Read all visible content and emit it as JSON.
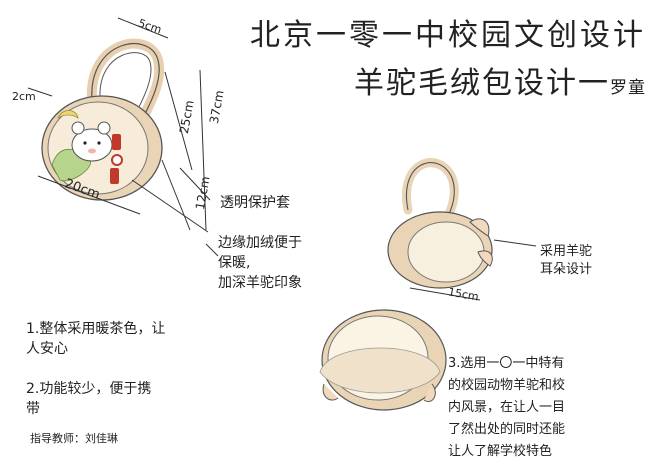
{
  "header": {
    "title": "北京一零一中校园文创设计",
    "subtitle": "羊驼毛绒包设计一",
    "author": "罗童"
  },
  "dimensions": {
    "handle_width": "5cm",
    "side_width": "2cm",
    "bag_width": "20cm",
    "handle_height": "25cm",
    "total_height": "37cm",
    "body_height": "12cm",
    "ear_width": "15cm"
  },
  "annotations": {
    "transparent_cover": "透明保护套",
    "edge_line1": "边缘加绒便于",
    "edge_line2": "保暖,",
    "edge_line3": "加深羊驼印象",
    "ear_line1": "采用羊驼",
    "ear_line2": "耳朵设计"
  },
  "notes": {
    "note1_line1": "1.整体采用暖茶色，让",
    "note1_line2": "人安心",
    "note2_line1": "2.功能较少，便于携",
    "note2_line2": "带",
    "note3_line1": "3.选用一〇一中特有",
    "note3_line2": "的校园动物羊驼和校",
    "note3_line3": "内风景，在让人一目",
    "note3_line4": "了然出处的同时还能",
    "note3_line5": "让人了解学校特色"
  },
  "footer": {
    "teacher": "指导教师：刘佳琳"
  },
  "colors": {
    "bag_fill": "#f5e6cf",
    "fur_edge": "#e8cfb0",
    "accent_red": "#c0392b",
    "outline": "#333333"
  }
}
